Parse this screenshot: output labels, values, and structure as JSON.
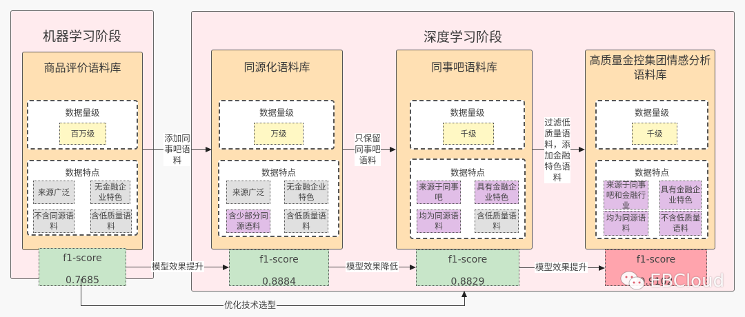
{
  "stages": [
    {
      "title": "机器学习阶段"
    },
    {
      "title": "深度学习阶段"
    }
  ],
  "corpora": [
    {
      "title": "商品评价语料库",
      "volume_title": "数据量级",
      "volume": "百万级",
      "features_title": "数据特点",
      "features": [
        {
          "text": "来源广泛",
          "highlight": false
        },
        {
          "text": "无金融企业特色",
          "highlight": false
        },
        {
          "text": "不含同源语料",
          "highlight": false
        },
        {
          "text": "含低质量语料",
          "highlight": false
        }
      ],
      "score_label": "f1-score",
      "score": "0.7685"
    },
    {
      "title": "同源化语料库",
      "volume_title": "数据量级",
      "volume": "万级",
      "features_title": "数据特点",
      "features": [
        {
          "text": "来源广泛",
          "highlight": false
        },
        {
          "text": "无金融企业特色",
          "highlight": false
        },
        {
          "text": "含少部分同源语料",
          "highlight": true
        },
        {
          "text": "含低质量语料",
          "highlight": false
        }
      ],
      "score_label": "f1-score",
      "score": "0.8884"
    },
    {
      "title": "同事吧语料库",
      "volume_title": "数据量级",
      "volume": "千级",
      "features_title": "数据特点",
      "features": [
        {
          "text": "来源于同事吧",
          "highlight": true
        },
        {
          "text": "具有金融企业特色",
          "highlight": true
        },
        {
          "text": "均为同源语料",
          "highlight": true
        },
        {
          "text": "含低质量语料",
          "highlight": false
        }
      ],
      "score_label": "f1-score",
      "score": "0.8829"
    },
    {
      "title": "高质量金控集团情感分析语料库",
      "volume_title": "数据量级",
      "volume": "千级",
      "features_title": "数据特点",
      "features": [
        {
          "text": "来源于同事吧和金融行业",
          "highlight": true
        },
        {
          "text": "具有金融企业特色",
          "highlight": true
        },
        {
          "text": "均为同源语料",
          "highlight": true
        },
        {
          "text": "不含低质量语料",
          "highlight": true
        }
      ],
      "score_label": "f1-score",
      "score": "0.9102"
    }
  ],
  "transitions": [
    {
      "label": "添加同事吧语料"
    },
    {
      "label": "只保留同事吧语料"
    },
    {
      "label": "过滤低质量语料，添加金融特色语料"
    }
  ],
  "score_transitions": [
    {
      "label": "模型效果提升"
    },
    {
      "label": "模型效果降低"
    },
    {
      "label": "模型效果提升"
    }
  ],
  "bottom_link": {
    "label": "优化技术选型"
  },
  "watermark": {
    "text": "EBCloud"
  },
  "colors": {
    "stage_bg": "#ffebee",
    "corpus_bg": "#ffe0b3",
    "volume_chip": "#fff8c4",
    "feature_plain": "#e0e0e0",
    "feature_highlight": "#e1bee7",
    "score_normal": "#c8e6c9",
    "score_best": "#ffa4ad"
  }
}
